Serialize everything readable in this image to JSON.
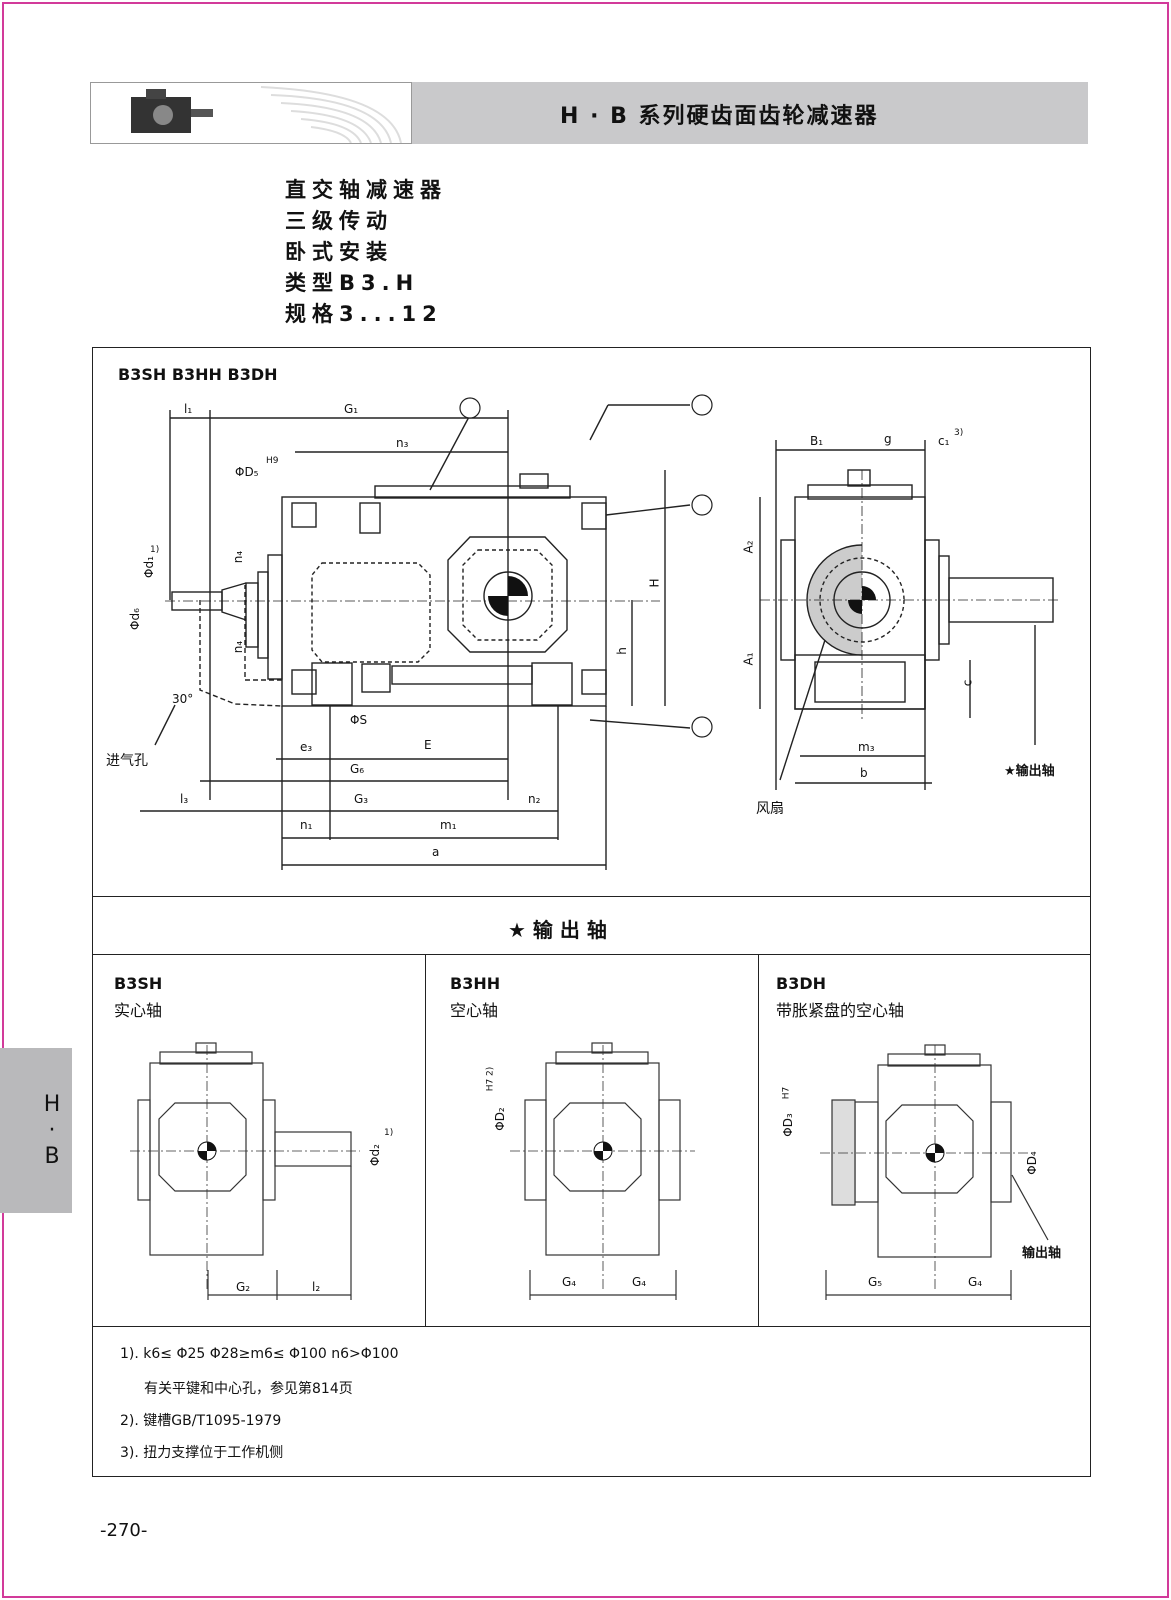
{
  "header": {
    "title": "H · B 系列硬齿面齿轮减速器"
  },
  "intro": {
    "lines": [
      "直交轴减速器",
      "三级传动",
      "卧式安装",
      "类型B3.H",
      "规格3...12"
    ]
  },
  "main_drawing": {
    "title": "B3SH  B3HH  B3DH",
    "labels": {
      "l1": "l₁",
      "G1": "G₁",
      "n3": "n₃",
      "D5": "ΦD₅",
      "D5_tol": "H9",
      "d1": "Φd₁",
      "d1_note": "1)",
      "d6": "Φd₆",
      "n4_top": "n₄",
      "n4_bottom": "n₄",
      "H": "H",
      "h": "h",
      "angle": "30°",
      "air_hole": "进气孔",
      "S": "ΦS",
      "e3": "e₃",
      "E": "E",
      "G6": "G₆",
      "l3": "l₃",
      "G3": "G₃",
      "n2": "n₂",
      "n1": "n₁",
      "m1": "m₁",
      "a": "a",
      "B1": "B₁",
      "g": "g",
      "c1": "c₁",
      "c1_note": "3)",
      "A2": "A₂",
      "A1": "A₁",
      "c": "c",
      "m3": "m₃",
      "b": "b",
      "fan": "风扇",
      "output_shaft": "★输出轴"
    }
  },
  "output_section": {
    "title": "★    输    出    轴"
  },
  "variants": [
    {
      "code": "B3SH",
      "desc": "实心轴",
      "label_d": "Φd₂",
      "label_d_note": "1)",
      "label_g": "G₂",
      "label_l": "l₂"
    },
    {
      "code": "B3HH",
      "desc": "空心轴",
      "label_d": "ΦD₂",
      "label_d_note": "H7 2)",
      "label_g1": "G₄",
      "label_g2": "G₄"
    },
    {
      "code": "B3DH",
      "desc": "带胀紧盘的空心轴",
      "label_d": "ΦD₃",
      "label_d_note": "H7",
      "label_d4": "ΦD₄",
      "label_g1": "G₅",
      "label_g2": "G₄",
      "label_shaft": "输出轴"
    }
  ],
  "notes": [
    "1). k6≤ Φ25  Φ28≥m6≤ Φ100  n6>Φ100",
    "有关平键和中心孔，参见第814页",
    "2). 键槽GB/T1095-1979",
    "3). 扭力支撑位于工作机侧"
  ],
  "side_tab": {
    "text1": "H",
    "text2": "·",
    "text3": "B"
  },
  "page_number": "-270-",
  "colors": {
    "frame": "#d23a9a",
    "band": "#c9c9cb",
    "tab": "#b9b9bb"
  }
}
